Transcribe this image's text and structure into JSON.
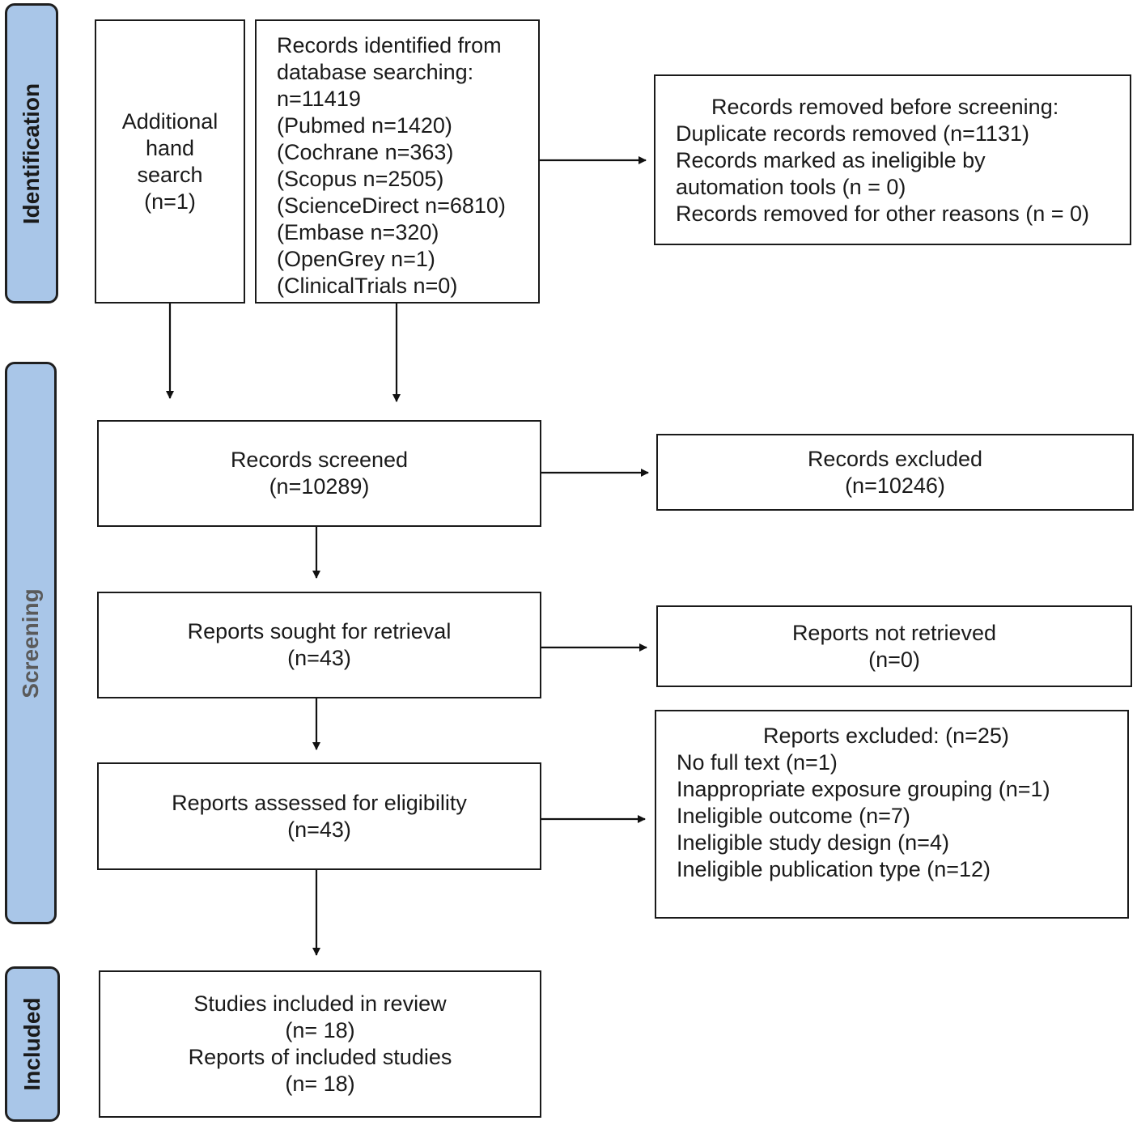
{
  "phases": {
    "identification": "Identification",
    "screening": "Screening",
    "included": "Included"
  },
  "hand_search": {
    "lines": [
      "Additional",
      "hand",
      "search",
      "(n=1)"
    ]
  },
  "database": {
    "lines": [
      "Records identified from",
      "database searching:",
      "n=11419",
      "(Pubmed n=1420)",
      "(Cochrane n=363)",
      "(Scopus n=2505)",
      "(ScienceDirect n=6810)",
      "(Embase n=320)",
      "(OpenGrey n=1)",
      "(ClinicalTrials n=0)"
    ]
  },
  "removed": {
    "title": "Records removed before screening:",
    "lines": [
      "Duplicate records removed (n=1131)",
      "Records marked as ineligible by",
      "automation tools (n = 0)",
      "Records removed for other reasons (n = 0)"
    ]
  },
  "screened": {
    "label": "Records screened",
    "count": "(n=10289)"
  },
  "excluded": {
    "label": "Records excluded",
    "count": "(n=10246)"
  },
  "sought": {
    "label": "Reports sought for retrieval",
    "count": "(n=43)"
  },
  "not_retrieved": {
    "label": "Reports not retrieved",
    "count": "(n=0)"
  },
  "assessed": {
    "label": "Reports assessed for eligibility",
    "count": "(n=43)"
  },
  "reports_excluded": {
    "title": "Reports excluded: (n=25)",
    "lines": [
      "No full text (n=1)",
      "Inappropriate exposure grouping (n=1)",
      "Ineligible outcome (n=7)",
      "Ineligible study design (n=4)",
      "Ineligible publication type (n=12)"
    ]
  },
  "included": {
    "lines": [
      "Studies included in review",
      "(n= 18)",
      "Reports of included studies",
      "(n= 18)"
    ]
  }
}
